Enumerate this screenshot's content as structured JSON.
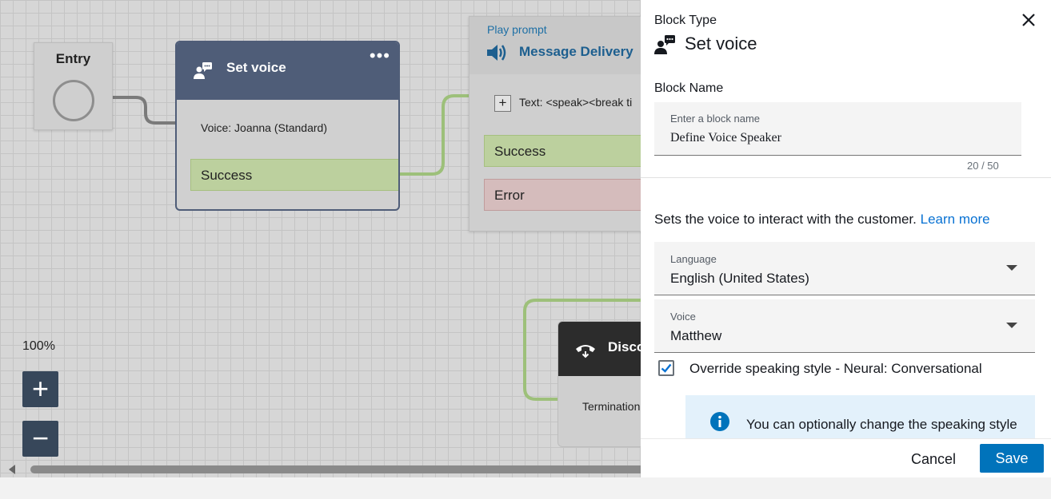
{
  "canvas": {
    "entry": {
      "title": "Entry"
    },
    "set_voice": {
      "title": "Set voice",
      "more": "•••",
      "voice": "Voice: Joanna (Standard)",
      "success": "Success"
    },
    "play_prompt": {
      "subtitle": "Play prompt",
      "title": "Message Delivery",
      "text": "Text: <speak><break ti",
      "plus": "+",
      "success": "Success",
      "error": "Error"
    },
    "disconnect": {
      "title": "Disco",
      "termination": "Termination"
    },
    "zoom": {
      "level": "100%",
      "in": "+",
      "out": "−"
    },
    "colors": {
      "set_voice_header": "#4f5d78",
      "success_branch": "#bcd09e",
      "error_branch": "#d5bcbc",
      "connector": "#9dc07a"
    }
  },
  "panel": {
    "block_type_label": "Block Type",
    "block_type_value": "Set voice",
    "block_name_label": "Block Name",
    "block_name_placeholder": "Enter a block name",
    "block_name_value": "Define Voice Speaker",
    "block_name_count": "20 / 50",
    "description": "Sets the voice to interact with the customer.",
    "learn_more": "Learn more",
    "language": {
      "label": "Language",
      "value": "English (United States)"
    },
    "voice": {
      "label": "Voice",
      "value": "Matthew"
    },
    "override": {
      "label": "Override speaking style - Neural: Conversational",
      "checked": true
    },
    "info_text": "You can optionally change the speaking style to override the neural settings",
    "cancel_label": "Cancel",
    "save_label": "Save",
    "colors": {
      "link": "#0972d3",
      "save_button": "#0073bb",
      "info_bg": "#e3f1fb"
    }
  }
}
